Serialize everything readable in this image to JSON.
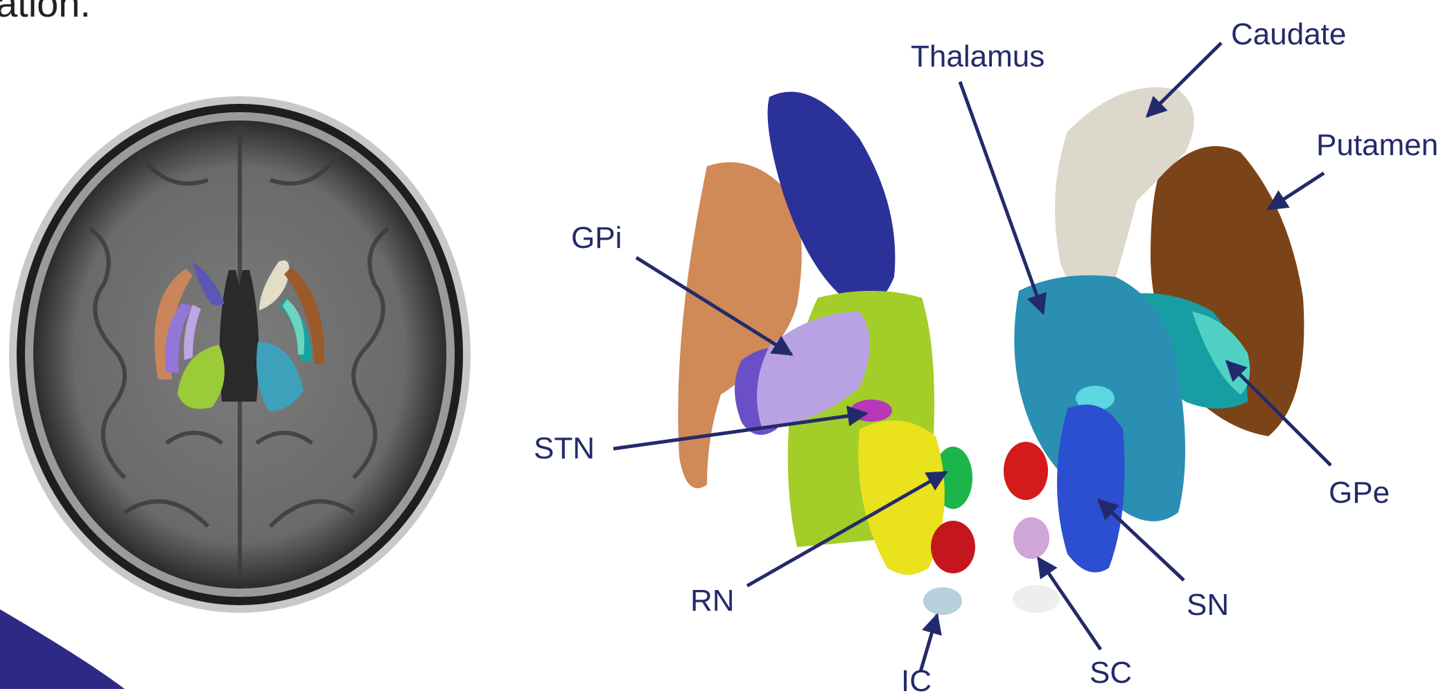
{
  "heading_fragment": "ation.",
  "labels": {
    "caudate": "Caudate",
    "thalamus": "Thalamus",
    "putamen": "Putamen",
    "gpi": "GPi",
    "gpe": "GPe",
    "stn": "STN",
    "rn": "RN",
    "sn": "SN",
    "sc": "SC",
    "ic": "IC"
  },
  "colors": {
    "label_text": "#232a6b",
    "arrow": "#232a6b",
    "caudate": "#dcd8cc",
    "putamen": "#7a4418",
    "thalamus": "#2a8fb3",
    "gpi": "#b9a2e2",
    "gpe": "#179ea2",
    "stn": "#b837b8",
    "rn": "#d41a1a",
    "sn": "#2b4fd0",
    "sc": "#cfa6d8",
    "ic": "#b6d0dc",
    "orange_structure": "#cf8a57",
    "dark_blue_structure": "#2a3198",
    "green_structure": "#a3cd28",
    "yellow_structure": "#e9e21c",
    "navy_accent": "#2d2a86"
  }
}
